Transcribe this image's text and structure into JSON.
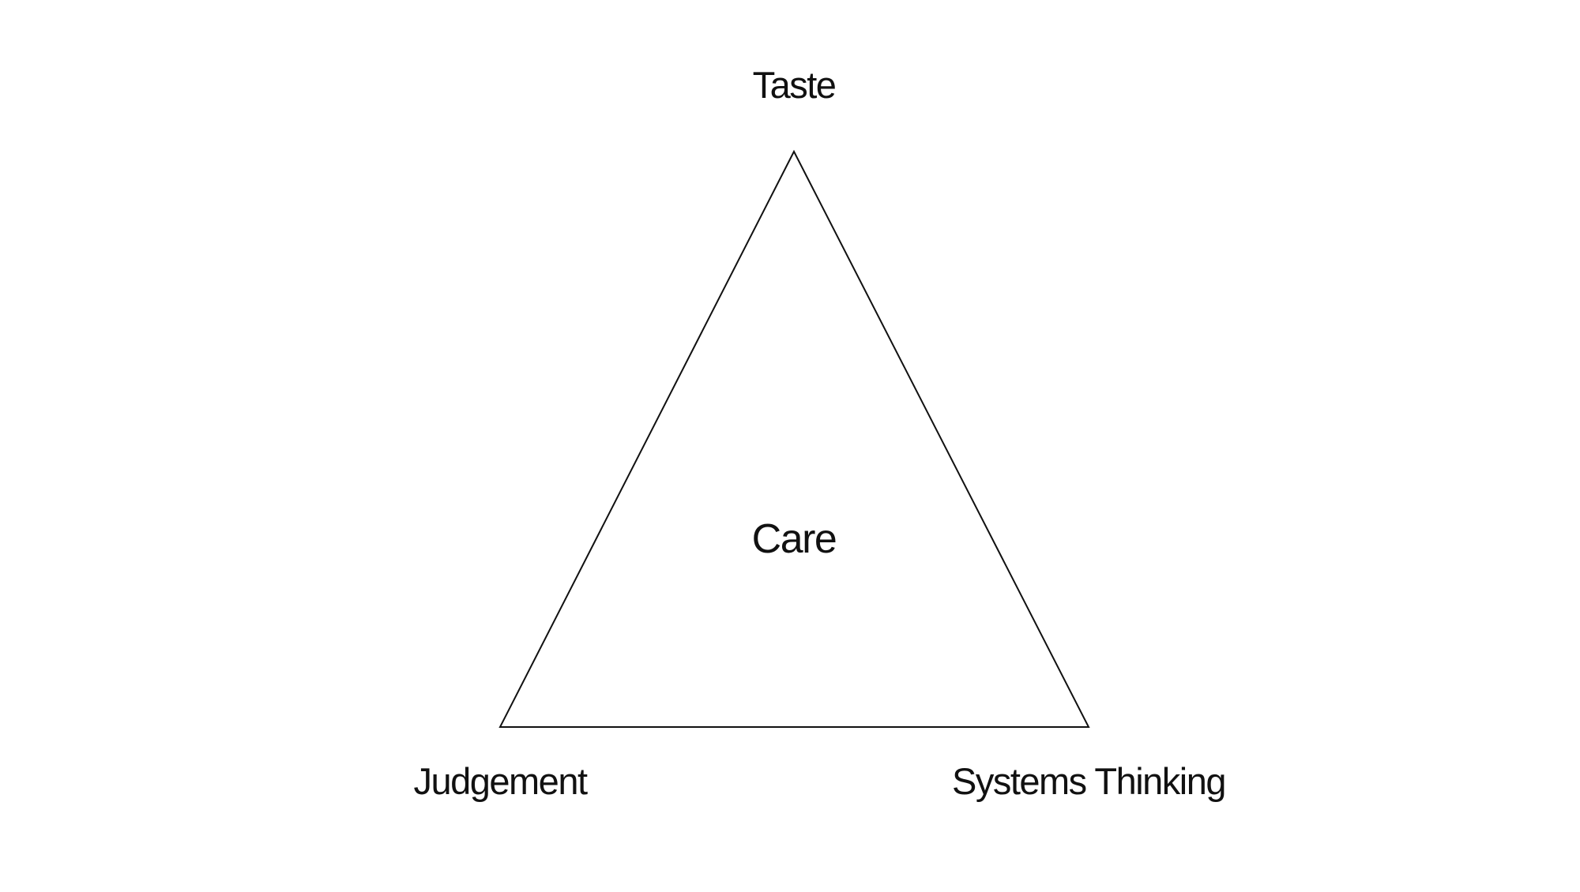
{
  "nodes": {
    "top": "Taste",
    "center": "Care",
    "bottom_left": "Judgement",
    "bottom_right": "Systems Thinking"
  },
  "colors": {
    "background": "#ffffff",
    "stroke": "#111111",
    "text": "#111111"
  }
}
